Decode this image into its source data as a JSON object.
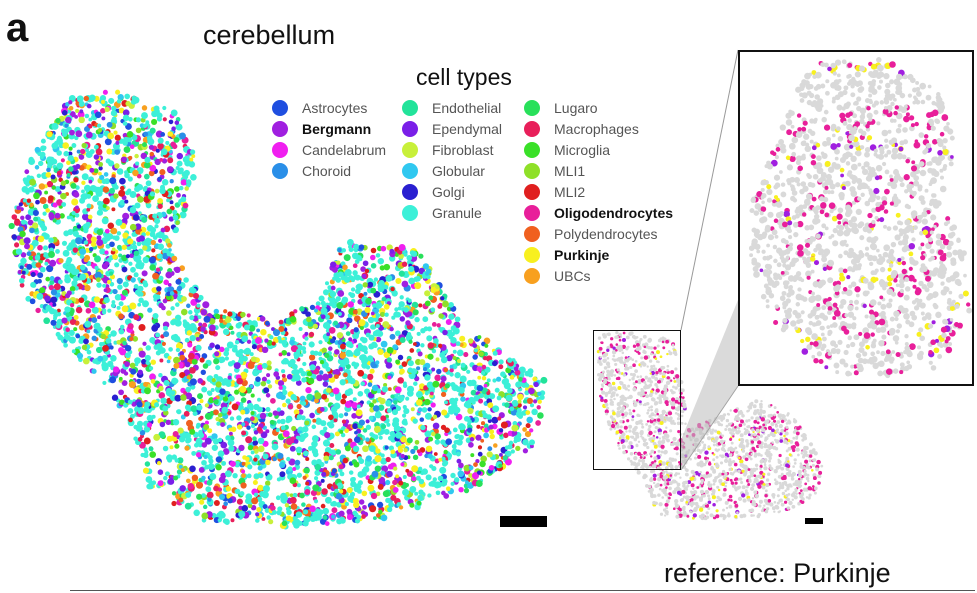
{
  "figure": {
    "panel_letter": "a",
    "title": "cerebellum",
    "legend_title": "cell types",
    "reference_label": "reference: Purkinje"
  },
  "legend": {
    "columns": [
      [
        {
          "label": "Astrocytes",
          "color": "#1f4fe0",
          "bold": false
        },
        {
          "label": "Bergmann",
          "color": "#a01fe0",
          "bold": true
        },
        {
          "label": "Candelabrum",
          "color": "#f01ff0",
          "bold": false
        },
        {
          "label": "Choroid",
          "color": "#2a8fe8",
          "bold": false
        }
      ],
      [
        {
          "label": "Endothelial",
          "color": "#22e39a",
          "bold": false
        },
        {
          "label": "Ependymal",
          "color": "#7a1fe8",
          "bold": false
        },
        {
          "label": "Fibroblast",
          "color": "#c8f03a",
          "bold": false
        },
        {
          "label": "Globular",
          "color": "#30c8f0",
          "bold": false
        },
        {
          "label": "Golgi",
          "color": "#2a1fd0",
          "bold": false
        },
        {
          "label": "Granule",
          "color": "#3cf0d8",
          "bold": false
        }
      ],
      [
        {
          "label": "Lugaro",
          "color": "#28e05a",
          "bold": false
        },
        {
          "label": "Macrophages",
          "color": "#e81f5a",
          "bold": false
        },
        {
          "label": "Microglia",
          "color": "#3ae028",
          "bold": false
        },
        {
          "label": "MLI1",
          "color": "#8fe028",
          "bold": false
        },
        {
          "label": "MLI2",
          "color": "#e01f1f",
          "bold": false
        },
        {
          "label": "Oligodendrocytes",
          "color": "#e81f9a",
          "bold": true
        },
        {
          "label": "Polydendrocytes",
          "color": "#f0601f",
          "bold": false
        },
        {
          "label": "Purkinje",
          "color": "#f8f01f",
          "bold": true
        },
        {
          "label": "UBCs",
          "color": "#f8a01f",
          "bold": false
        }
      ]
    ]
  },
  "colors": {
    "granule": "#3cf0d8",
    "purkinje": "#f8f01f",
    "oligodendrocytes": "#e81f9a",
    "bergmann": "#a01fe0",
    "reference_background": "#d9d9d9"
  }
}
